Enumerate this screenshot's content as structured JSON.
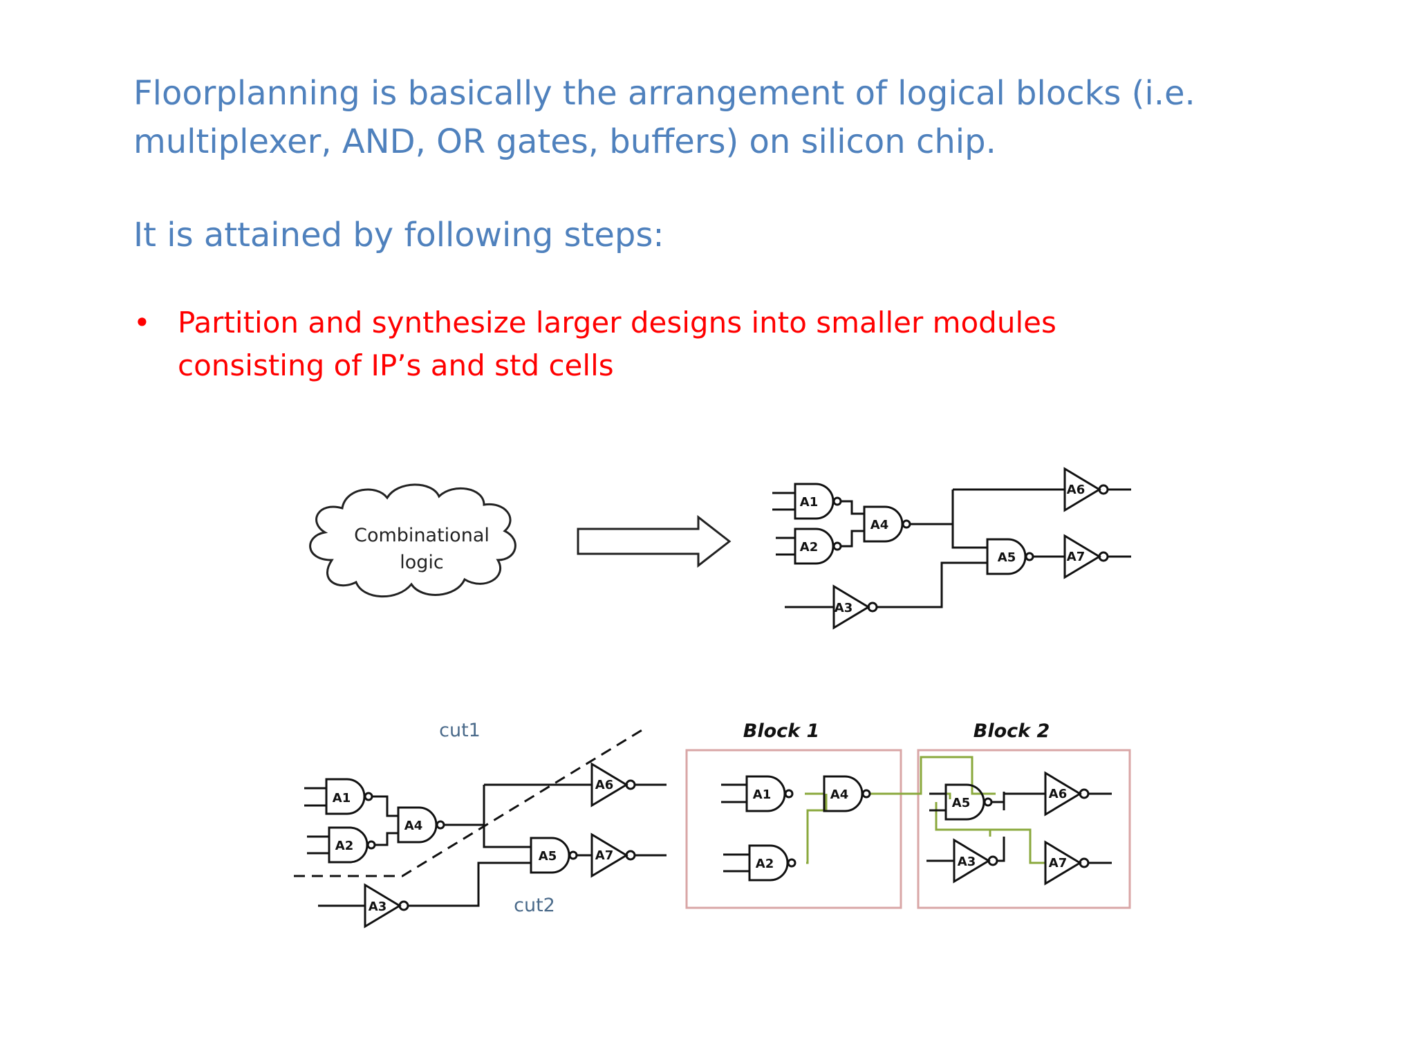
{
  "intro": "Floorplanning is basically the arrangement of logical blocks (i.e. multiplexer, AND, OR gates, buffers) on silicon chip.",
  "steps_intro": "It is attained by following steps:",
  "bullets": [
    {
      "marker": "•",
      "text": "Partition and synthesize larger designs into smaller modules consisting of IP’s and std cells"
    }
  ],
  "diagram": {
    "cloud_label_line1": "Combinational",
    "cloud_label_line2": "logic",
    "cut1": "cut1",
    "cut2": "cut2",
    "block1": "Block 1",
    "block2": "Block 2",
    "gates": {
      "a1": "A1",
      "a2": "A2",
      "a3": "A3",
      "a4": "A4",
      "a5": "A5",
      "a6": "A6",
      "a7": "A7"
    }
  },
  "colors": {
    "title_blue": "#4f81bd",
    "bullet_red": "#ff0000",
    "block_border": "#d9a6a6",
    "green_wire": "#8aa83c"
  }
}
